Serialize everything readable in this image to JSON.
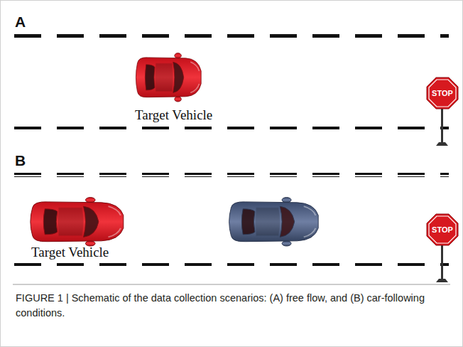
{
  "diagram": {
    "caption": "FIGURE 1 | Schematic of the data collection scenarios: (A) free flow, and (B) car-following conditions.",
    "nodes": [
      {
        "text": [
          "STOP"
        ]
      },
      {
        "text": [
          "STOP"
        ]
      }
    ],
    "labels": [
      "A",
      "Target Vehicle",
      "B",
      "Target Vehicle"
    ]
  }
}
